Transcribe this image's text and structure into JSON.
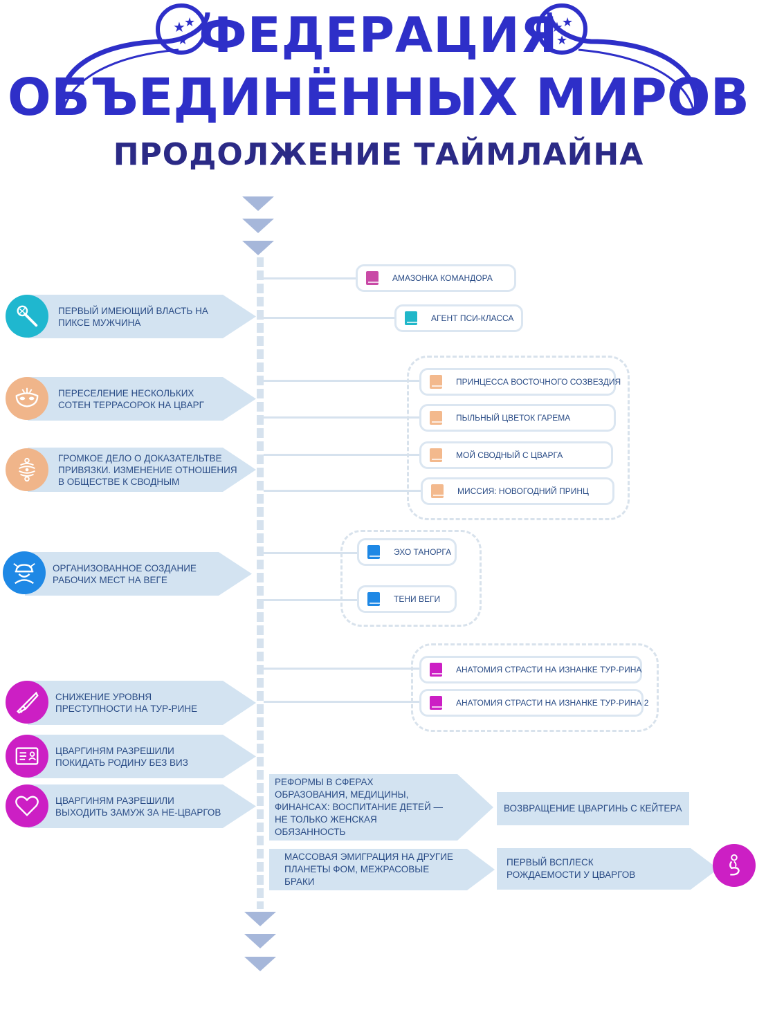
{
  "header": {
    "title_line1": "ФЕДЕРАЦИЯ",
    "title_line2": "ОБЪЕДИНЁННЫХ МИРОВ",
    "subtitle": "ПРОДОЛЖЕНИЕ ТАЙМЛАЙНА"
  },
  "colors": {
    "brand_blue": "#2e2fc8",
    "subtitle_navy": "#2b2a86",
    "event_fill": "#d3e3f1",
    "text_blue": "#2a4c86",
    "timeline": "#d6e2ee",
    "arrow": "#a6b7da"
  },
  "events": [
    {
      "text": "ПЕРВЫЙ ИМЕЮЩИЙ ВЛАСТЬ НА ПИКСЕ МУЖЧИНА",
      "icon": "scepter-icon",
      "color": "#1fb7cf"
    },
    {
      "text": "ПЕРЕСЕЛЕНИЕ НЕСКОЛЬКИХ СОТЕН ТЕРРАСОРОК НА ЦВАРГ",
      "icon": "mask-icon",
      "color": "#f0b58a"
    },
    {
      "text": "ГРОМКОЕ ДЕЛО О ДОКАЗАТЕЛЬТВЕ ПРИВЯЗКИ. ИЗМЕНЕНИЕ ОТНОШЕНИЯ В ОБЩЕСТВЕ К СВОДНЫМ",
      "icon": "bond-icon",
      "color": "#f0b58a"
    },
    {
      "text": "ОРГАНИЗОВАННОЕ СОЗДАНИЕ РАБОЧИХ МЕСТ НА ВЕГЕ",
      "icon": "worker-icon",
      "color": "#1e88e5"
    },
    {
      "text": "СНИЖЕНИЕ УРОВНЯ ПРЕСТУПНОСТИ НА ТУР-РИНЕ",
      "icon": "knife-icon",
      "color": "#cc1fc4"
    },
    {
      "text": "ЦВАРГИНЯМ РАЗРЕШИЛИ ПОКИДАТЬ РОДИНУ БЕЗ ВИЗ",
      "icon": "id-card-icon",
      "color": "#cc1fc4"
    },
    {
      "text": "ЦВАРГИНЯМ РАЗРЕШИЛИ ВЫХОДИТЬ ЗАМУЖ ЗА НЕ-ЦВАРГОВ",
      "icon": "heart-icon",
      "color": "#cc1fc4"
    }
  ],
  "books": [
    {
      "title": "АМАЗОНКА КОМАНДОРА",
      "color": "#c94aa6"
    },
    {
      "title": "АГЕНТ ПСИ-КЛАССА",
      "color": "#20b7c9"
    },
    {
      "title": "ПРИНЦЕССА ВОСТОЧНОГО СОЗВЕЗДИЯ",
      "color": "#f3b98d"
    },
    {
      "title": "ПЫЛЬНЫЙ ЦВЕТОК ГАРЕМА",
      "color": "#f3b98d"
    },
    {
      "title": "МОЙ СВОДНЫЙ С ЦВАРГА",
      "color": "#f3b98d"
    },
    {
      "title": "МИССИЯ: НОВОГОДНИЙ ПРИНЦ",
      "color": "#f3b98d"
    },
    {
      "title": "ЭХО ТАНОРГА",
      "color": "#1e88e5"
    },
    {
      "title": "ТЕНИ ВЕГИ",
      "color": "#1e88e5"
    },
    {
      "title": "АНАТОМИЯ СТРАСТИ НА ИЗНАНКЕ ТУР-РИНА",
      "color": "#cc1fc4"
    },
    {
      "title": "АНАТОМИЯ СТРАСТИ НА ИЗНАНКЕ ТУР-РИНА 2",
      "color": "#cc1fc4"
    }
  ],
  "right_events": [
    {
      "text": "РЕФОРМЫ В СФЕРАХ ОБРАЗОВАНИЯ, МЕДИЦИНЫ, ФИНАНСАХ: ВОСПИТАНИЕ ДЕТЕЙ — НЕ ТОЛЬКО ЖЕНСКАЯ ОБЯЗАННОСТЬ"
    },
    {
      "text": "ВОЗВРАЩЕНИЕ ЦВАРГИНЬ С КЕЙТЕРА"
    },
    {
      "text": "МАССОВАЯ ЭМИГРАЦИЯ  НА ДРУГИЕ ПЛАНЕТЫ ФОМ, МЕЖРАСОВЫЕ БРАКИ"
    },
    {
      "text": "ПЕРВЫЙ ВСПЛЕСК РОЖДАЕМОСТИ У ЦВАРГОВ",
      "icon": "pregnant-woman-icon",
      "color": "#cc1fc4"
    }
  ]
}
